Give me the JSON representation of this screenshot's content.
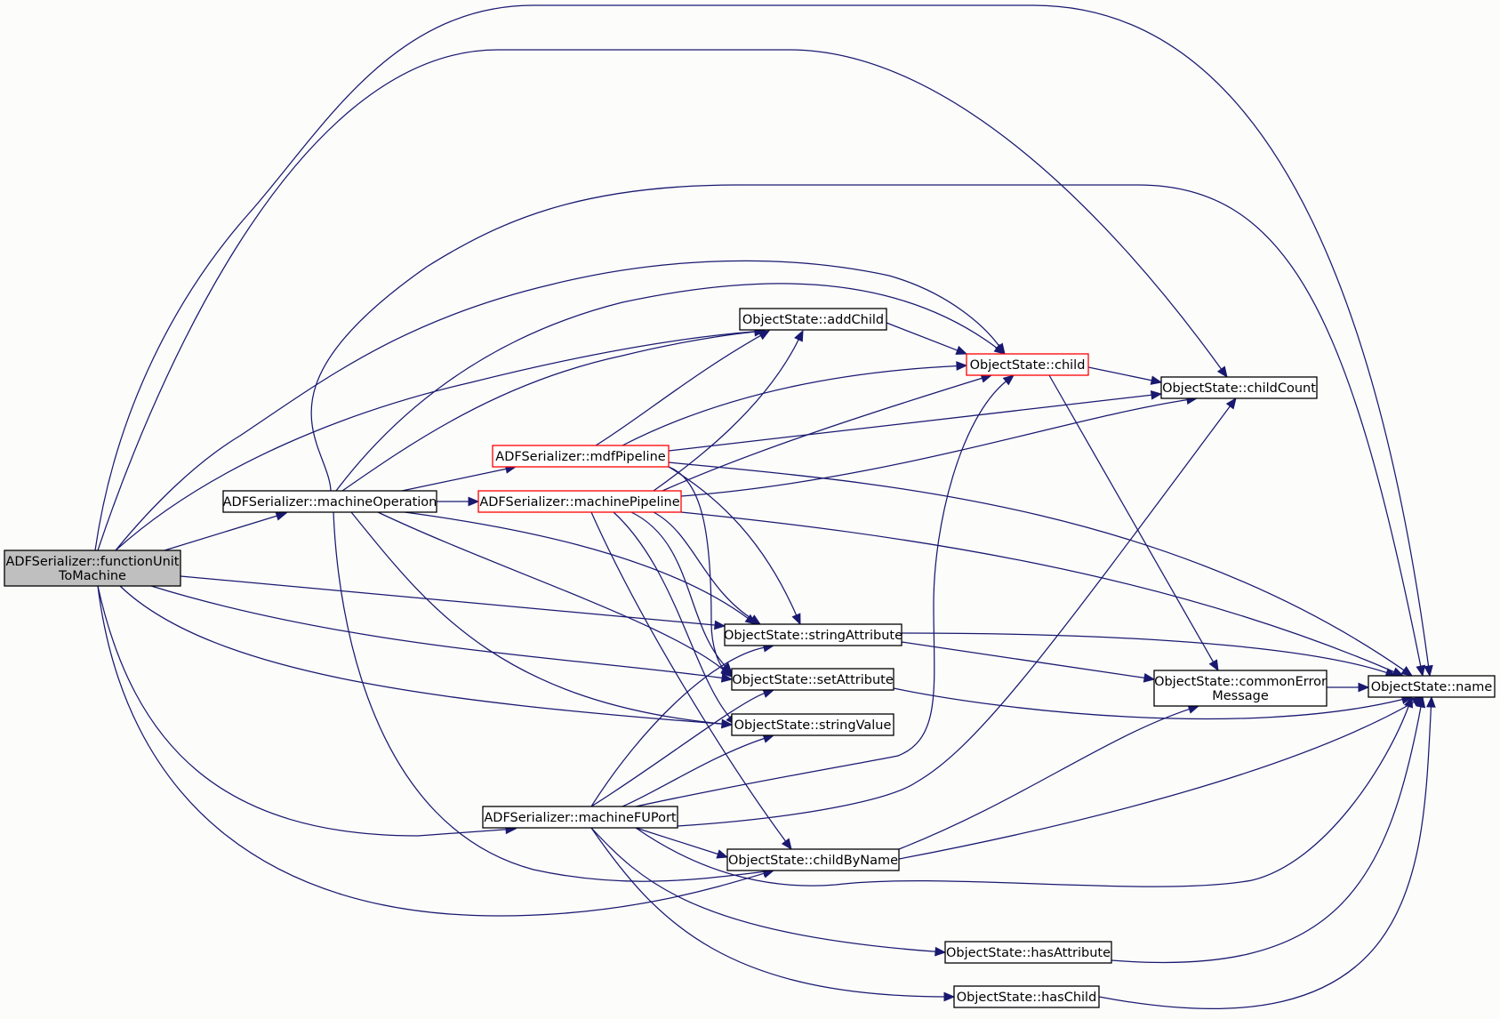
{
  "colors": {
    "edge": "#191970",
    "node_border_normal": "#000000",
    "node_border_truncated": "#ff0000",
    "root_fill": "#bfbfbf",
    "node_fill": "#ffffff",
    "background": "#fcfcfb"
  },
  "nodes": [
    {
      "id": "root",
      "lines": [
        "ADFSerializer::functionUnit",
        "ToMachine"
      ],
      "style": "root"
    },
    {
      "id": "machineOperation",
      "lines": [
        "ADFSerializer::machineOperation"
      ],
      "style": "normal"
    },
    {
      "id": "mdfPipeline",
      "lines": [
        "ADFSerializer::mdfPipeline"
      ],
      "style": "truncated"
    },
    {
      "id": "machinePipeline",
      "lines": [
        "ADFSerializer::machinePipeline"
      ],
      "style": "truncated"
    },
    {
      "id": "machineFUPort",
      "lines": [
        "ADFSerializer::machineFUPort"
      ],
      "style": "normal"
    },
    {
      "id": "addChild",
      "lines": [
        "ObjectState::addChild"
      ],
      "style": "normal"
    },
    {
      "id": "child",
      "lines": [
        "ObjectState::child"
      ],
      "style": "truncated"
    },
    {
      "id": "childCount",
      "lines": [
        "ObjectState::childCount"
      ],
      "style": "normal"
    },
    {
      "id": "stringAttribute",
      "lines": [
        "ObjectState::stringAttribute"
      ],
      "style": "normal"
    },
    {
      "id": "setAttribute",
      "lines": [
        "ObjectState::setAttribute"
      ],
      "style": "normal"
    },
    {
      "id": "stringValue",
      "lines": [
        "ObjectState::stringValue"
      ],
      "style": "normal"
    },
    {
      "id": "childByName",
      "lines": [
        "ObjectState::childByName"
      ],
      "style": "normal"
    },
    {
      "id": "commonErrorMessage",
      "lines": [
        "ObjectState::commonError",
        "Message"
      ],
      "style": "normal"
    },
    {
      "id": "name",
      "lines": [
        "ObjectState::name"
      ],
      "style": "normal"
    },
    {
      "id": "hasAttribute",
      "lines": [
        "ObjectState::hasAttribute"
      ],
      "style": "normal"
    },
    {
      "id": "hasChild",
      "lines": [
        "ObjectState::hasChild"
      ],
      "style": "normal"
    }
  ],
  "edges": [
    [
      "root",
      "name"
    ],
    [
      "root",
      "childCount"
    ],
    [
      "root",
      "child"
    ],
    [
      "root",
      "addChild"
    ],
    [
      "root",
      "machineOperation"
    ],
    [
      "root",
      "stringAttribute"
    ],
    [
      "root",
      "setAttribute"
    ],
    [
      "root",
      "stringValue"
    ],
    [
      "root",
      "machineFUPort"
    ],
    [
      "root",
      "childByName"
    ],
    [
      "machineOperation",
      "name"
    ],
    [
      "machineOperation",
      "child"
    ],
    [
      "machineOperation",
      "addChild"
    ],
    [
      "machineOperation",
      "mdfPipeline"
    ],
    [
      "machineOperation",
      "machinePipeline"
    ],
    [
      "machineOperation",
      "stringAttribute"
    ],
    [
      "machineOperation",
      "setAttribute"
    ],
    [
      "machineOperation",
      "stringValue"
    ],
    [
      "machineOperation",
      "childByName"
    ],
    [
      "mdfPipeline",
      "addChild"
    ],
    [
      "mdfPipeline",
      "child"
    ],
    [
      "mdfPipeline",
      "childCount"
    ],
    [
      "mdfPipeline",
      "name"
    ],
    [
      "mdfPipeline",
      "stringAttribute"
    ],
    [
      "mdfPipeline",
      "setAttribute"
    ],
    [
      "machinePipeline",
      "addChild"
    ],
    [
      "machinePipeline",
      "child"
    ],
    [
      "machinePipeline",
      "childCount"
    ],
    [
      "machinePipeline",
      "name"
    ],
    [
      "machinePipeline",
      "stringAttribute"
    ],
    [
      "machinePipeline",
      "setAttribute"
    ],
    [
      "machinePipeline",
      "stringValue"
    ],
    [
      "machinePipeline",
      "childByName"
    ],
    [
      "machineFUPort",
      "stringAttribute"
    ],
    [
      "machineFUPort",
      "setAttribute"
    ],
    [
      "machineFUPort",
      "stringValue"
    ],
    [
      "machineFUPort",
      "child"
    ],
    [
      "machineFUPort",
      "childCount"
    ],
    [
      "machineFUPort",
      "childByName"
    ],
    [
      "machineFUPort",
      "name"
    ],
    [
      "machineFUPort",
      "hasAttribute"
    ],
    [
      "machineFUPort",
      "hasChild"
    ],
    [
      "addChild",
      "child"
    ],
    [
      "child",
      "childCount"
    ],
    [
      "child",
      "commonErrorMessage"
    ],
    [
      "stringAttribute",
      "name"
    ],
    [
      "stringAttribute",
      "commonErrorMessage"
    ],
    [
      "setAttribute",
      "name"
    ],
    [
      "childByName",
      "commonErrorMessage"
    ],
    [
      "childByName",
      "name"
    ],
    [
      "commonErrorMessage",
      "name"
    ],
    [
      "hasAttribute",
      "name"
    ],
    [
      "hasChild",
      "name"
    ]
  ]
}
